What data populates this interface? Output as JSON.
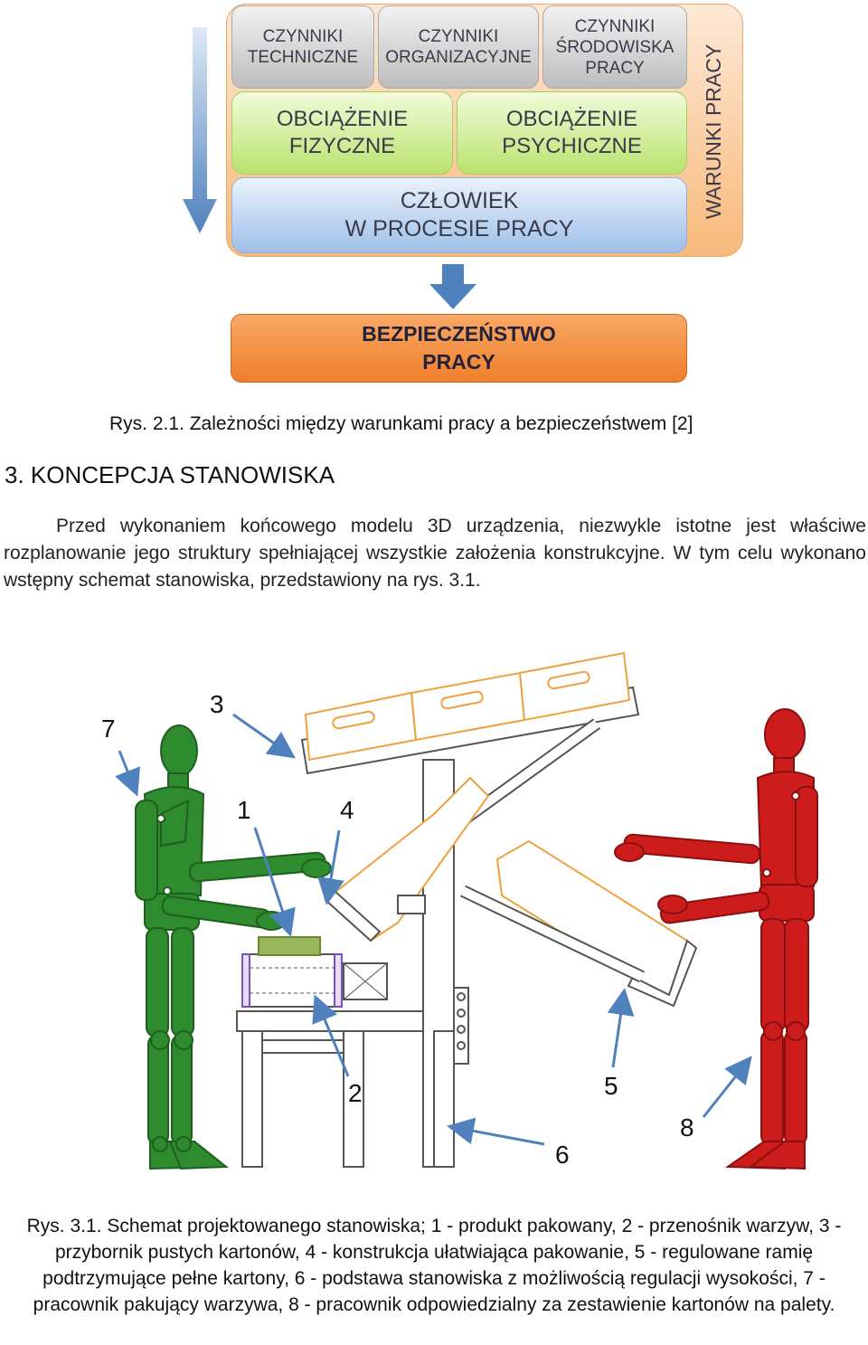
{
  "diagram1": {
    "factors": [
      "CZYNNIKI\nTECHNICZNE",
      "CZYNNIKI\nORGANIZACYJNE",
      "CZYNNIKI\nŚRODOWISKA\nPRACY"
    ],
    "loads": [
      "OBCIĄŻENIE\nFIZYCZNE",
      "OBCIĄŻENIE\nPSYCHICZNE"
    ],
    "human": "CZŁOWIEK\nW PROCESIE PRACY",
    "side_label": "WARUNKI PRACY",
    "result": "BEZPIECZEŃSTWO\nPRACY",
    "caption": "Rys. 2.1. Zależności między warunkami pracy a bezpieczeństwem [2]"
  },
  "section": {
    "heading": "3. KONCEPCJA STANOWISKA",
    "paragraph": "Przed wykonaniem końcowego modelu 3D urządzenia, niezwykle istotne jest właściwe rozplanowanie jego struktury spełniającej wszystkie założenia konstrukcyjne. W tym celu wykonano wstępny schemat stanowiska, przedstawiony na rys. 3.1."
  },
  "figure2": {
    "labels": [
      "1",
      "2",
      "3",
      "4",
      "5",
      "6",
      "7",
      "8"
    ],
    "caption": "Rys. 3.1. Schemat projektowanego stanowiska; 1 - produkt pakowany, 2 - przenośnik warzyw, 3 - przybornik pustych kartonów, 4 - konstrukcja ułatwiająca pakowanie, 5 - regulowane ramię podtrzymujące pełne kartony, 6 - podstawa stanowiska z możliwością regulacji wysokości, 7 - pracownik pakujący warzywa, 8 - pracownik odpowiedzialny za zestawienie kartonów na palety."
  },
  "colors": {
    "arrow_blue": "#4f81bd",
    "orange": "#f08a3c",
    "green_worker": "#2e8b2e",
    "red_worker": "#cc1c1c",
    "box_outline": "#f0a040"
  }
}
